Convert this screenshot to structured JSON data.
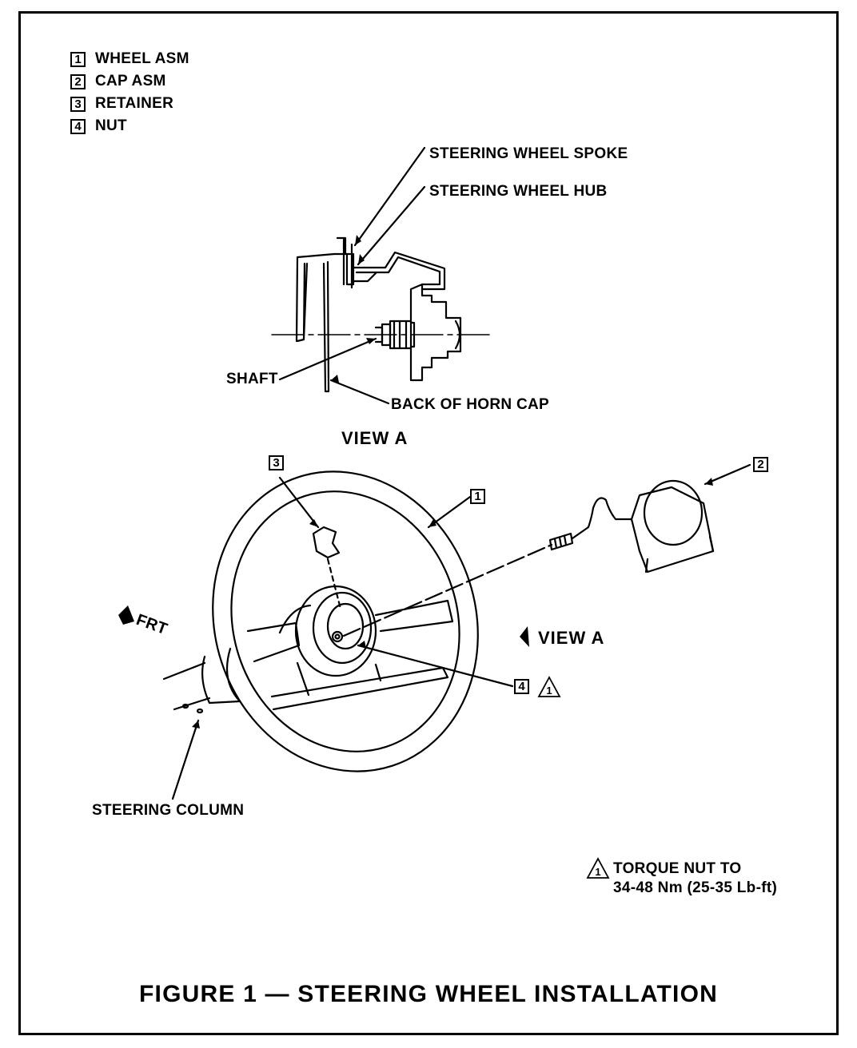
{
  "legend": [
    {
      "num": "1",
      "label": "WHEEL ASM"
    },
    {
      "num": "2",
      "label": "CAP ASM"
    },
    {
      "num": "3",
      "label": "RETAINER"
    },
    {
      "num": "4",
      "label": "NUT"
    }
  ],
  "view_a_detail": {
    "spoke_label": "STEERING WHEEL SPOKE",
    "hub_label": "STEERING WHEEL HUB",
    "shaft_label": "SHAFT",
    "horn_cap_label": "BACK OF HORN CAP",
    "heading": "VIEW A"
  },
  "main_view": {
    "callout_1": "1",
    "callout_2": "2",
    "callout_3": "3",
    "callout_4": "4",
    "note_ref": "1",
    "frt_label": "FRT",
    "view_a_label": "VIEW A",
    "column_label": "STEERING COLUMN"
  },
  "note": {
    "ref": "1",
    "line1": "TORQUE NUT TO",
    "line2": "34-48 Nm (25-35 Lb-ft)"
  },
  "figure_title": "FIGURE 1 — STEERING WHEEL INSTALLATION"
}
